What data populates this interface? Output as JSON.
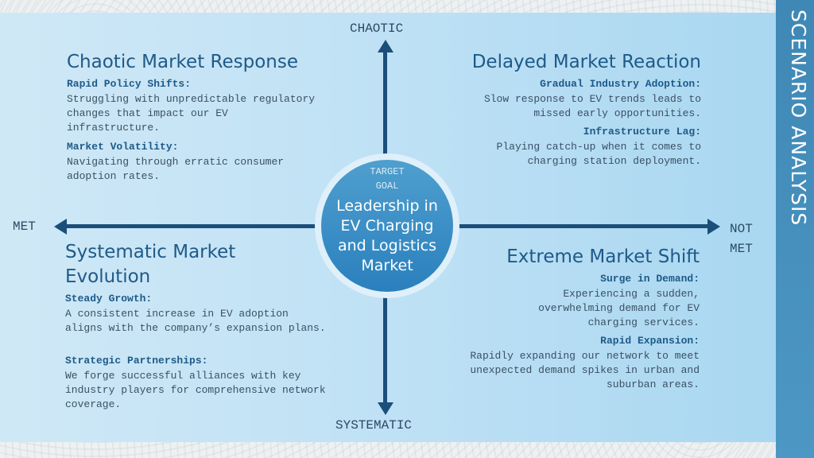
{
  "sidebar": {
    "title": "SCENARIO ANALYSIS"
  },
  "axes": {
    "top": "CHAOTIC",
    "bottom": "SYSTEMATIC",
    "left": "MET",
    "right": "NOT MET"
  },
  "center": {
    "label_line1": "TARGET",
    "label_line2": "GOAL",
    "goal": "Leadership in EV Charging and Logistics Market"
  },
  "quadrants": {
    "top_left": {
      "title": "Chaotic Market Response",
      "points": [
        {
          "heading": "Rapid Policy Shifts:",
          "text": "Struggling with unpredictable regulatory changes that impact our EV infrastructure."
        },
        {
          "heading": "Market Volatility:",
          "text": "Navigating through erratic consumer adoption rates."
        }
      ]
    },
    "top_right": {
      "title": "Delayed Market Reaction",
      "points": [
        {
          "heading": "Gradual Industry Adoption:",
          "text": "Slow response to EV trends leads to missed early opportunities."
        },
        {
          "heading": "Infrastructure Lag:",
          "text": "Playing catch-up when it comes to charging station deployment."
        }
      ]
    },
    "bottom_left": {
      "title": "Systematic Market Evolution",
      "points": [
        {
          "heading": "Steady Growth:",
          "text": "A consistent increase in EV adoption aligns with the company’s expansion plans."
        },
        {
          "heading": "Strategic Partnerships:",
          "text": "We forge successful alliances with key industry players for comprehensive network coverage."
        }
      ]
    },
    "bottom_right": {
      "title": "Extreme Market Shift",
      "points": [
        {
          "heading": "Surge in Demand:",
          "text": "Experiencing a sudden, overwhelming demand for EV charging services."
        },
        {
          "heading": "Rapid Expansion:",
          "text": "Rapidly expanding our network to meet unexpected demand spikes in urban and suburban areas."
        }
      ]
    }
  },
  "colors": {
    "axis": "#1b4f7a",
    "title": "#1e5a88",
    "sidebar": "#3f88b6",
    "center": "#2a80bd"
  }
}
